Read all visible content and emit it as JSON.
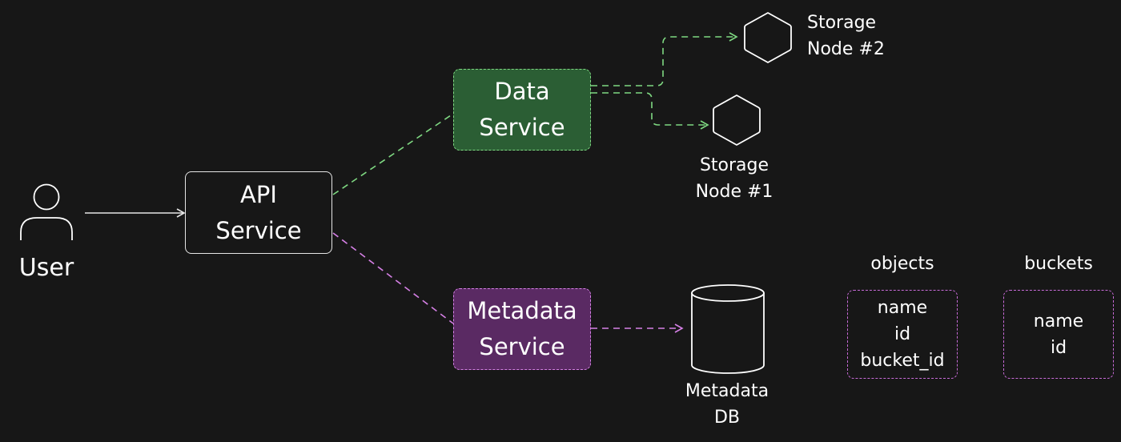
{
  "user": {
    "label": "User"
  },
  "api_service": {
    "line1": "API",
    "line2": "Service"
  },
  "data_service": {
    "line1": "Data",
    "line2": "Service"
  },
  "metadata_service": {
    "line1": "Metadata",
    "line2": "Service"
  },
  "storage_node_2": {
    "line1": "Storage",
    "line2": "Node #2"
  },
  "storage_node_1": {
    "line1": "Storage",
    "line2": "Node #1"
  },
  "metadata_db": {
    "line1": "Metadata",
    "line2": "DB"
  },
  "objects_table": {
    "title": "objects",
    "fields": [
      "name",
      "id",
      "bucket_id"
    ]
  },
  "buckets_table": {
    "title": "buckets",
    "fields": [
      "name",
      "id"
    ]
  },
  "colors": {
    "background": "#171717",
    "data_fill": "#2b5e34",
    "data_stroke": "#7fd982",
    "meta_fill": "#5a2a63",
    "meta_stroke": "#d680e6",
    "line": "#e6e6e6"
  }
}
